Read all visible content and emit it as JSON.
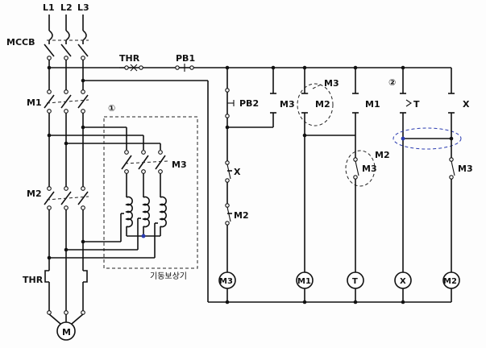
{
  "supply": {
    "l1": "L1",
    "l2": "L2",
    "l3": "L3"
  },
  "breaker": "MCCB",
  "contactors": {
    "m1": "M1",
    "m2": "M2",
    "m3": "M3"
  },
  "overload": "THR",
  "motor": "M",
  "control": {
    "thr": "THR",
    "pb1": "PB1",
    "pb2": "PB2",
    "m3_contact": "M3",
    "m2_contact": "M2",
    "m1_contact": "M1",
    "t_contact": "T",
    "x_contact": "X",
    "x_nc": "X",
    "m2_nc": "M2",
    "m3_interlock_label": "M3",
    "m2_interlock_label": "M2",
    "m3_nc_contact": "M3",
    "m3_coil_series_nc": "M3"
  },
  "coils": {
    "m3": "M3",
    "m1": "M1",
    "t": "T",
    "x": "X",
    "m2": "M2"
  },
  "callouts": {
    "one": "①",
    "two": "②"
  },
  "autotransformer_label": "기동보상기"
}
